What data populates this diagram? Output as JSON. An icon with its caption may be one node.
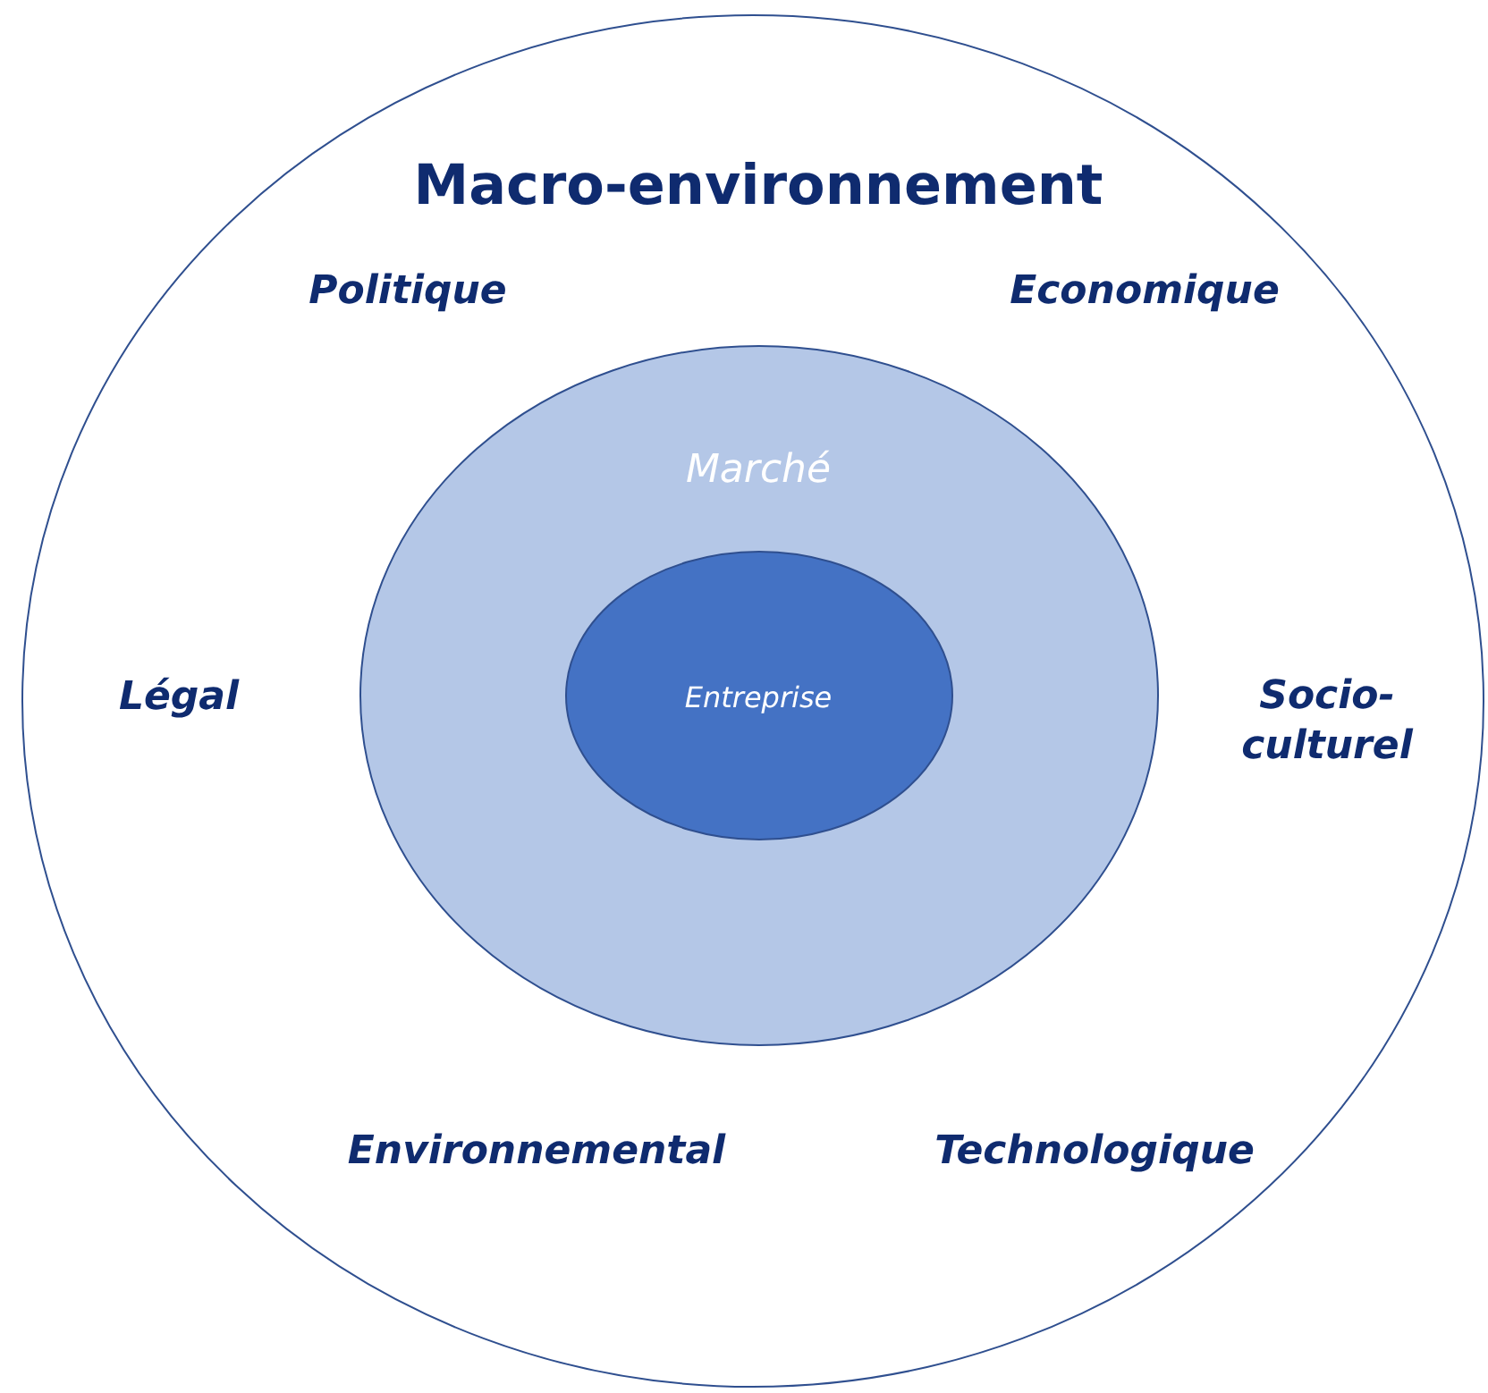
{
  "diagram": {
    "nodes": [
      {
        "text": [
          "Macro-environnement"
        ]
      },
      {
        "text": [
          "Marché"
        ],
        "in": 0
      },
      {
        "text": [
          "Entreprise"
        ],
        "in": 1
      }
    ],
    "labels": [
      "Politique",
      "Economique",
      "Légal",
      "Socio-culturel",
      "Environnemental",
      "Technologique"
    ]
  }
}
